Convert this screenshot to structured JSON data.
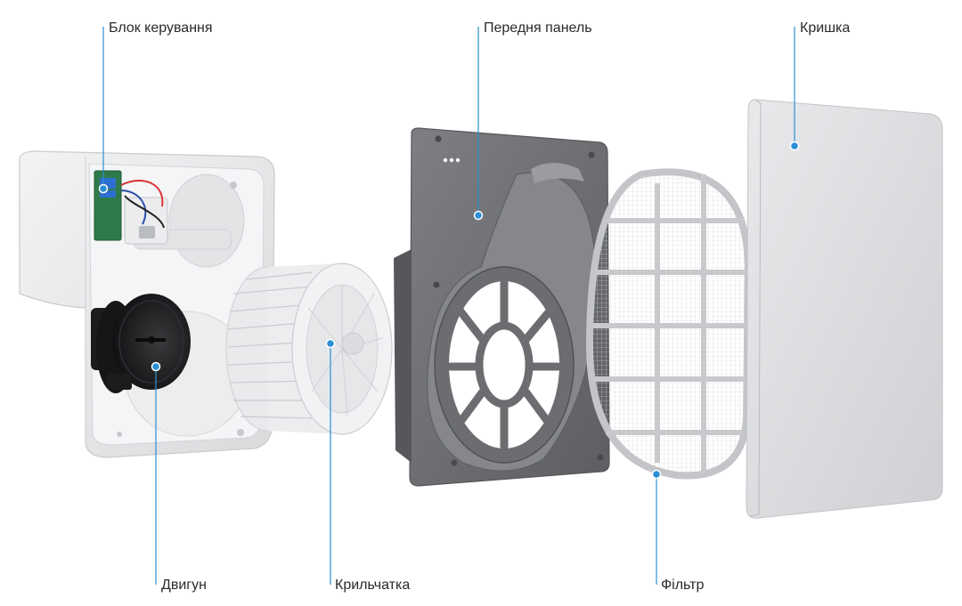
{
  "labels": {
    "control_unit": "Блок керування",
    "front_panel": "Передня панель",
    "cover": "Кришка",
    "motor": "Двигун",
    "impeller": "Крильчатка",
    "filter": "Фільтр"
  },
  "colors": {
    "leader": "#2b8fd6",
    "housing": "#e9eaec",
    "housing_edge": "#c9cbce",
    "panel": "#6e7074",
    "panel_light": "#8c8e92",
    "cover": "#dfe0e2",
    "motor": "#1c1c1e",
    "pcb": "#2f7a4a",
    "terminal": "#2d6fd0"
  }
}
